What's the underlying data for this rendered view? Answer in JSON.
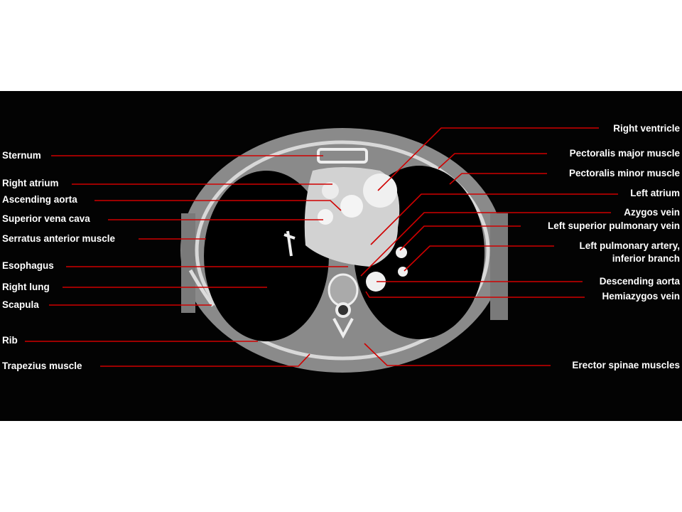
{
  "colors": {
    "background": "#030303",
    "leader_line": "#d00000",
    "label": "#ffffff"
  },
  "left_labels": [
    "Sternum",
    "Right atrium",
    "Ascending aorta",
    "Superior vena cava",
    "Serratus anterior muscle",
    "Esophagus",
    "Right lung",
    "Scapula",
    "Rib",
    "Trapezius muscle"
  ],
  "right_labels": [
    "Right ventricle",
    "Pectoralis major muscle",
    "Pectoralis minor muscle",
    "Left atrium",
    "Azygos vein",
    "Left superior pulmonary vein",
    "Left pulmonary artery,",
    "inferior branch",
    "Descending aorta",
    "Hemiazygos vein",
    "Erector spinae muscles"
  ]
}
